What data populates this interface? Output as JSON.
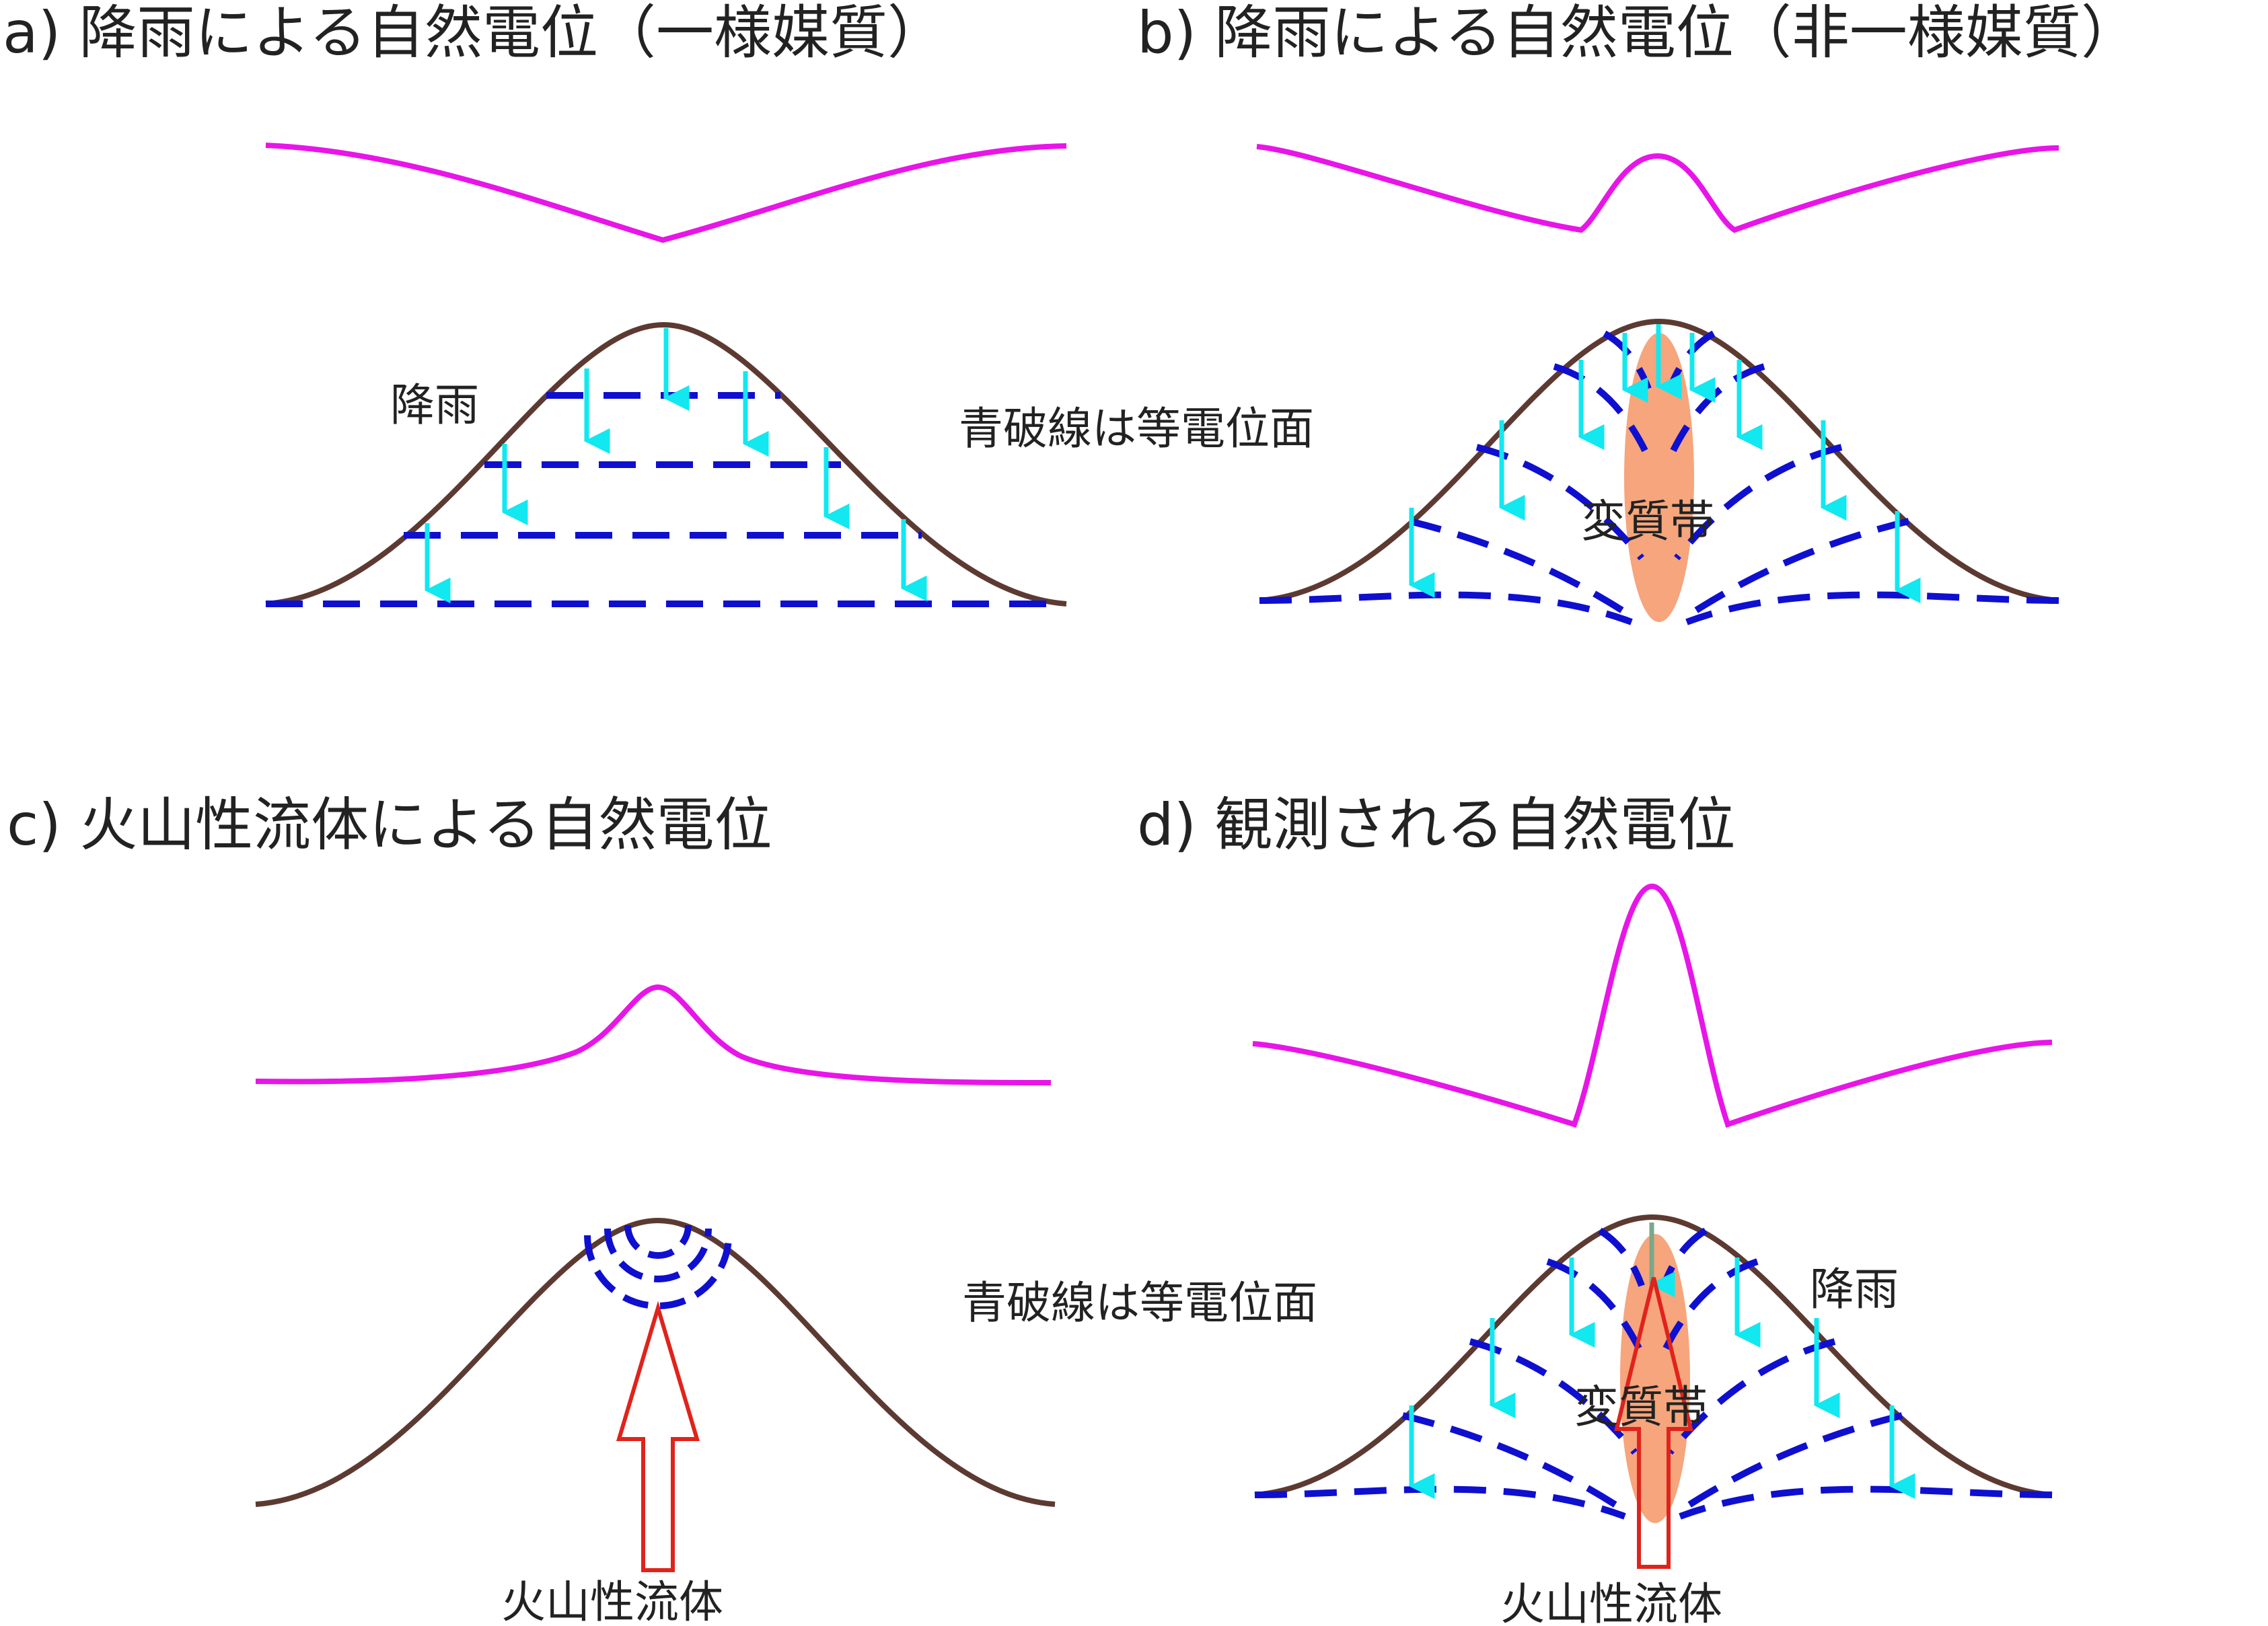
{
  "panels": {
    "a": {
      "title": "a)  降雨による自然電位（一様媒質）",
      "rain_label": "降雨"
    },
    "b": {
      "title": "b)  降雨による自然電位（非一様媒質）",
      "legend": "青破線は等電位面",
      "zone_label": "変質帯"
    },
    "c": {
      "title": "c)   火山性流体による自然電位",
      "legend": "青破線は等電位面",
      "fluid_label": "火山性流体"
    },
    "d": {
      "title": "d)  観測される自然電位",
      "rain_label": "降雨",
      "zone_label": "変質帯",
      "fluid_label": "火山性流体"
    }
  },
  "colors": {
    "potential_curve": "#e815e8",
    "mountain": "#5c3a32",
    "equipotential": "#0f0fd0",
    "rain_arrow": "#11e8f0",
    "alteration_zone": "#f6a57c",
    "fluid_arrow": "#e0231b",
    "mixed_arrow": "#7aa888"
  },
  "icons": {
    "rain": "down-arrow-icon",
    "fluid": "up-hollow-arrow-icon"
  }
}
